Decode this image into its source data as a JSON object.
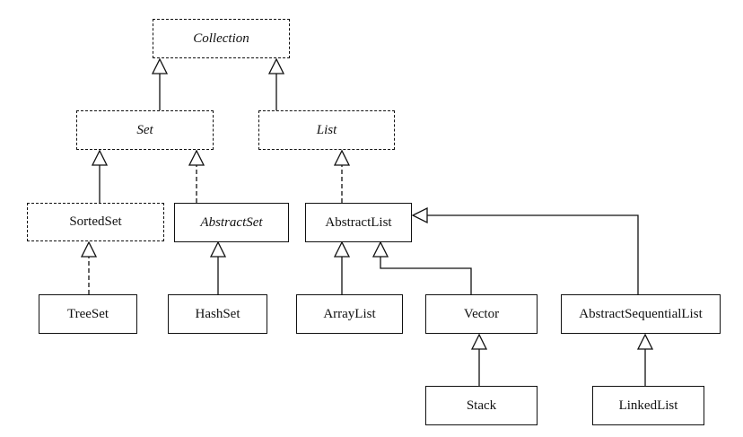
{
  "diagram": {
    "type": "uml-class-hierarchy",
    "nodes": {
      "collection": {
        "label": "Collection",
        "kind": "interface"
      },
      "set": {
        "label": "Set",
        "kind": "interface"
      },
      "list": {
        "label": "List",
        "kind": "interface"
      },
      "sortedset": {
        "label": "SortedSet",
        "kind": "interface"
      },
      "abstractset": {
        "label": "AbstractSet",
        "kind": "abstract"
      },
      "abstractlist": {
        "label": "AbstractList",
        "kind": "class"
      },
      "treeset": {
        "label": "TreeSet",
        "kind": "class"
      },
      "hashset": {
        "label": "HashSet",
        "kind": "class"
      },
      "arraylist": {
        "label": "ArrayList",
        "kind": "class"
      },
      "vector": {
        "label": "Vector",
        "kind": "class"
      },
      "abstractsequentiallist": {
        "label": "AbstractSequentialList",
        "kind": "class"
      },
      "stack": {
        "label": "Stack",
        "kind": "class"
      },
      "linkedlist": {
        "label": "LinkedList",
        "kind": "class"
      }
    },
    "edges": [
      {
        "from": "Set",
        "to": "Collection",
        "style": "extends"
      },
      {
        "from": "List",
        "to": "Collection",
        "style": "extends"
      },
      {
        "from": "SortedSet",
        "to": "Set",
        "style": "extends"
      },
      {
        "from": "AbstractSet",
        "to": "Set",
        "style": "implements"
      },
      {
        "from": "AbstractList",
        "to": "List",
        "style": "implements"
      },
      {
        "from": "TreeSet",
        "to": "SortedSet",
        "style": "implements"
      },
      {
        "from": "HashSet",
        "to": "AbstractSet",
        "style": "extends"
      },
      {
        "from": "ArrayList",
        "to": "AbstractList",
        "style": "extends"
      },
      {
        "from": "Vector",
        "to": "AbstractList",
        "style": "extends"
      },
      {
        "from": "AbstractSequentialList",
        "to": "AbstractList",
        "style": "extends"
      },
      {
        "from": "Stack",
        "to": "Vector",
        "style": "extends"
      },
      {
        "from": "LinkedList",
        "to": "AbstractSequentialList",
        "style": "extends"
      }
    ]
  }
}
